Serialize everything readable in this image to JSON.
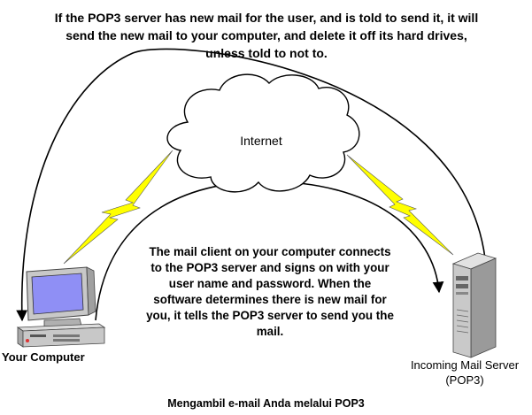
{
  "captions": {
    "top": "If the POP3 server has new mail for the user, and is told to send it, it will send the new mail to your computer, and delete it off its hard drives, unless told to not to.",
    "middle": "The mail client on your computer connects to the POP3 server and signs on with your user name and password. When the software determines there is new mail for you, it tells the POP3 server to send you the mail.",
    "bottom": "Mengambil e-mail Anda melalui POP3"
  },
  "nodes": {
    "internet": "Internet",
    "computer": "Your Computer",
    "server_line1": "Incoming Mail Server",
    "server_line2": "(POP3)"
  },
  "colors": {
    "lightning": "#ffff00",
    "arrow": "#000000",
    "screen": "#8f8ff5",
    "case": "#c8c8c8"
  }
}
